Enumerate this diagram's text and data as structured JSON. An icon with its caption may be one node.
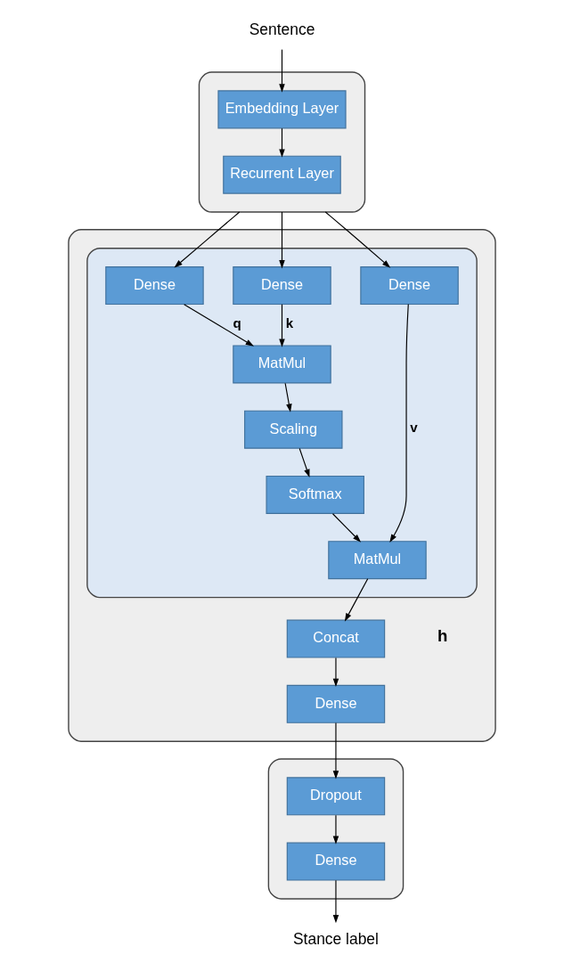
{
  "diagram": {
    "nodes": [
      {
        "text": [
          "Sentence"
        ]
      },
      {
        "text": [],
        "shape": "box"
      },
      {
        "text": [
          "Embedding Layer"
        ],
        "in": 1
      },
      {
        "text": [
          "Recurrent Layer"
        ],
        "in": 1
      },
      {
        "text": [],
        "shape": "box"
      },
      {
        "text": [],
        "shape": "box",
        "in": 4
      },
      {
        "text": [
          "Dense"
        ],
        "in": 5
      },
      {
        "text": [
          "Dense"
        ],
        "in": 5
      },
      {
        "text": [
          "Dense"
        ],
        "in": 5
      },
      {
        "text": [
          "MatMul"
        ],
        "in": 5
      },
      {
        "text": [
          "Scaling"
        ],
        "in": 5
      },
      {
        "text": [
          "Softmax"
        ],
        "in": 5
      },
      {
        "text": [
          "MatMul"
        ],
        "in": 5
      },
      {
        "text": [
          "Concat"
        ],
        "in": 4
      },
      {
        "text": [
          "Dense"
        ],
        "in": 4
      },
      {
        "text": [],
        "shape": "box"
      },
      {
        "text": [
          "Dropout"
        ],
        "in": 15
      },
      {
        "text": [
          "Dense"
        ],
        "in": 15
      },
      {
        "text": [
          "Stance label"
        ]
      }
    ],
    "edges": [
      {
        "from": 0,
        "to": 2,
        "arrow": "to"
      },
      {
        "from": 2,
        "to": 3,
        "arrow": "to"
      },
      {
        "from": 1,
        "to": 6,
        "arrow": "to"
      },
      {
        "from": 1,
        "to": 7,
        "arrow": "to"
      },
      {
        "from": 1,
        "to": 8,
        "arrow": "to"
      },
      {
        "from": 6,
        "to": 9,
        "arrow": "to",
        "label": "q"
      },
      {
        "from": 7,
        "to": 9,
        "arrow": "to",
        "label": "k"
      },
      {
        "from": 8,
        "to": 12,
        "arrow": "to",
        "label": "v"
      },
      {
        "from": 9,
        "to": 10,
        "arrow": "to"
      },
      {
        "from": 10,
        "to": 11,
        "arrow": "to"
      },
      {
        "from": 11,
        "to": 12,
        "arrow": "to"
      },
      {
        "from": 12,
        "to": 13,
        "arrow": "to"
      },
      {
        "from": 13,
        "to": 14,
        "arrow": "to"
      },
      {
        "from": 14,
        "to": 16,
        "arrow": "to"
      },
      {
        "from": 16,
        "to": 17,
        "arrow": "to"
      },
      {
        "from": 17,
        "to": 18,
        "arrow": "to"
      }
    ],
    "labels": [
      "h"
    ]
  }
}
